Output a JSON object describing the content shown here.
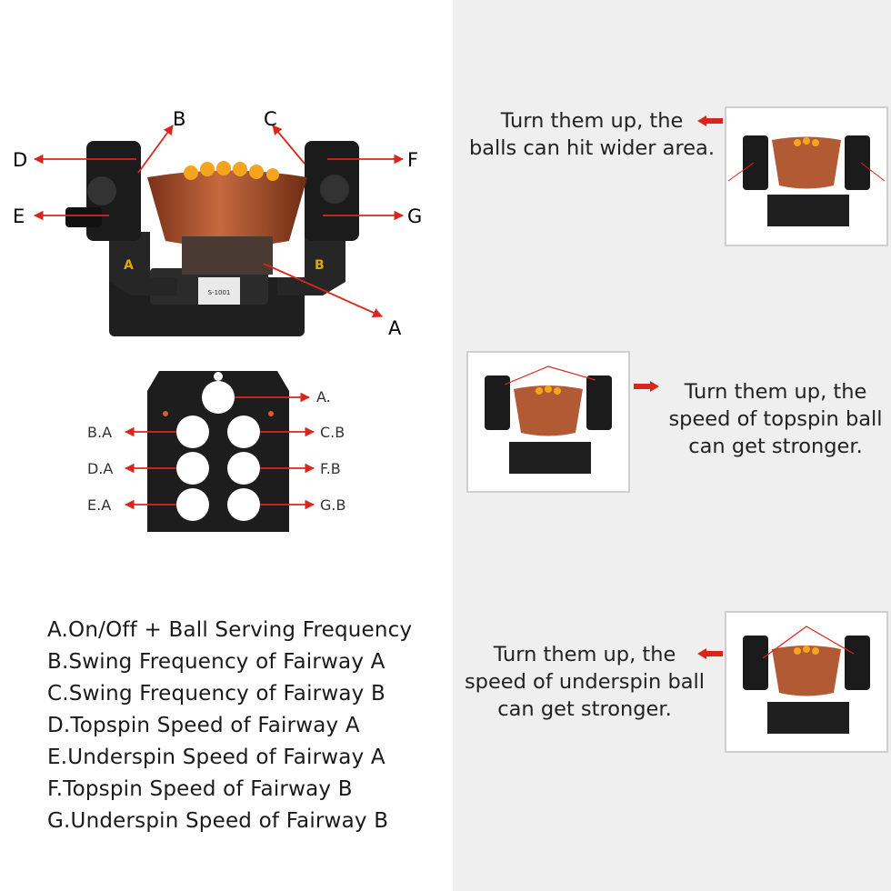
{
  "diagram": {
    "callouts": [
      "A",
      "B",
      "C",
      "D",
      "E",
      "F",
      "G"
    ],
    "machine": {
      "fairway_a_label": "A",
      "fairway_b_label": "B",
      "model_label": "S-1001"
    },
    "panel_labels": [
      "A.",
      "B.A",
      "C.B",
      "D.A",
      "F.B",
      "E.A",
      "G.B"
    ]
  },
  "legend": [
    "A.On/Off + Ball Serving Frequency",
    "B.Swing Frequency of Fairway A",
    "C.Swing Frequency of Fairway B",
    "D.Topspin Speed of Fairway A",
    "E.Underspin Speed of Fairway A",
    "F.Topspin Speed of Fairway B",
    "G.Underspin Speed of Fairway B"
  ],
  "notes": [
    {
      "lines": [
        "Turn them up, the",
        "balls can hit wider area."
      ]
    },
    {
      "lines": [
        "Turn them up, the",
        "speed of topspin ball",
        "can get stronger."
      ]
    },
    {
      "lines": [
        "Turn them up, the",
        "speed of underspin ball",
        "can get stronger."
      ]
    }
  ],
  "colors": {
    "arrow_red": "#d9261c",
    "bowl_orange": "#b9552c",
    "machine_black": "#1f1f1f",
    "panel_bg": "#efefef"
  }
}
